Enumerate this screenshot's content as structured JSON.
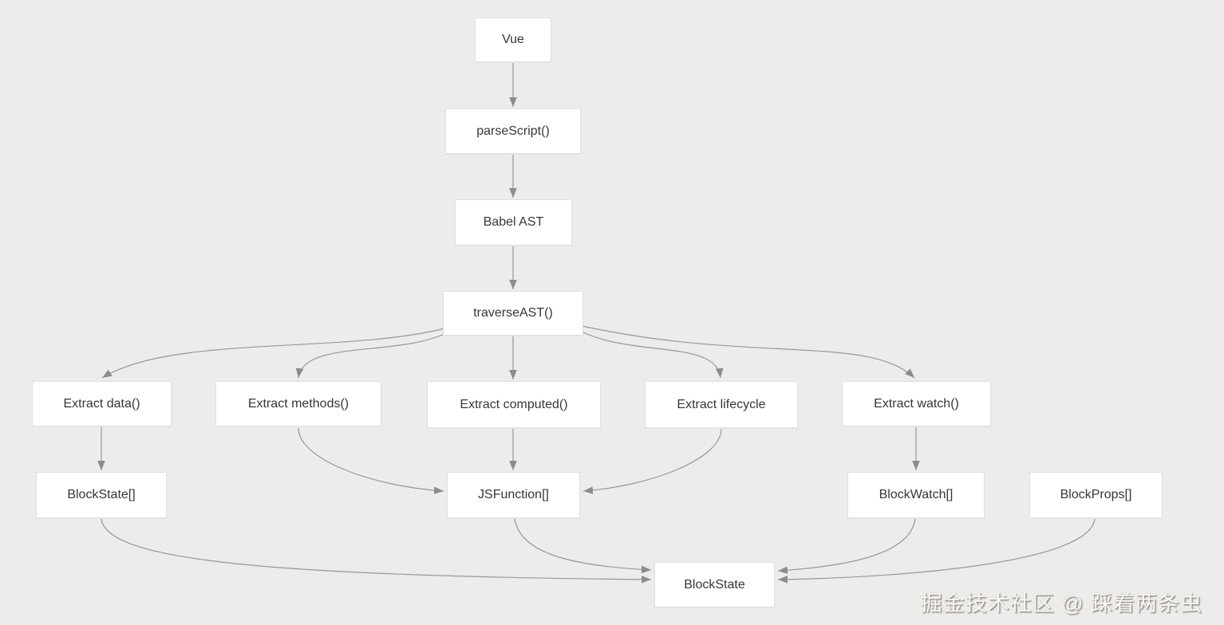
{
  "diagram": {
    "background_color": "#eeecea",
    "node_background_color": "#ffffff",
    "node_border_color": "#e2e0de",
    "node_text_color": "#363636",
    "arrow_color": "#8e8c8a",
    "nodes": {
      "vue": {
        "label": "Vue"
      },
      "parse_script": {
        "label": "parseScript()"
      },
      "babel_ast": {
        "label": "Babel AST"
      },
      "traverse_ast": {
        "label": "traverseAST()"
      },
      "extract_data": {
        "label": "Extract data()"
      },
      "extract_methods": {
        "label": "Extract methods()"
      },
      "extract_computed": {
        "label": "Extract computed()"
      },
      "extract_lifecycle": {
        "label": "Extract lifecycle"
      },
      "extract_watch": {
        "label": "Extract watch()"
      },
      "block_state_list": {
        "label": "BlockState[]"
      },
      "js_function_list": {
        "label": "JSFunction[]"
      },
      "block_watch_list": {
        "label": "BlockWatch[]"
      },
      "block_props_list": {
        "label": "BlockProps[]"
      },
      "block_state": {
        "label": "BlockState"
      }
    },
    "edges": [
      {
        "from": "vue",
        "to": "parse_script"
      },
      {
        "from": "parse_script",
        "to": "babel_ast"
      },
      {
        "from": "babel_ast",
        "to": "traverse_ast"
      },
      {
        "from": "traverse_ast",
        "to": "extract_data"
      },
      {
        "from": "traverse_ast",
        "to": "extract_methods"
      },
      {
        "from": "traverse_ast",
        "to": "extract_computed"
      },
      {
        "from": "traverse_ast",
        "to": "extract_lifecycle"
      },
      {
        "from": "traverse_ast",
        "to": "extract_watch"
      },
      {
        "from": "extract_data",
        "to": "block_state_list"
      },
      {
        "from": "extract_methods",
        "to": "js_function_list"
      },
      {
        "from": "extract_computed",
        "to": "js_function_list"
      },
      {
        "from": "extract_lifecycle",
        "to": "js_function_list"
      },
      {
        "from": "extract_watch",
        "to": "block_watch_list"
      },
      {
        "from": "block_state_list",
        "to": "block_state"
      },
      {
        "from": "js_function_list",
        "to": "block_state"
      },
      {
        "from": "block_watch_list",
        "to": "block_state"
      },
      {
        "from": "block_props_list",
        "to": "block_state"
      }
    ]
  },
  "watermark": {
    "text": "掘金技术社区 @ 踩着两条虫"
  }
}
